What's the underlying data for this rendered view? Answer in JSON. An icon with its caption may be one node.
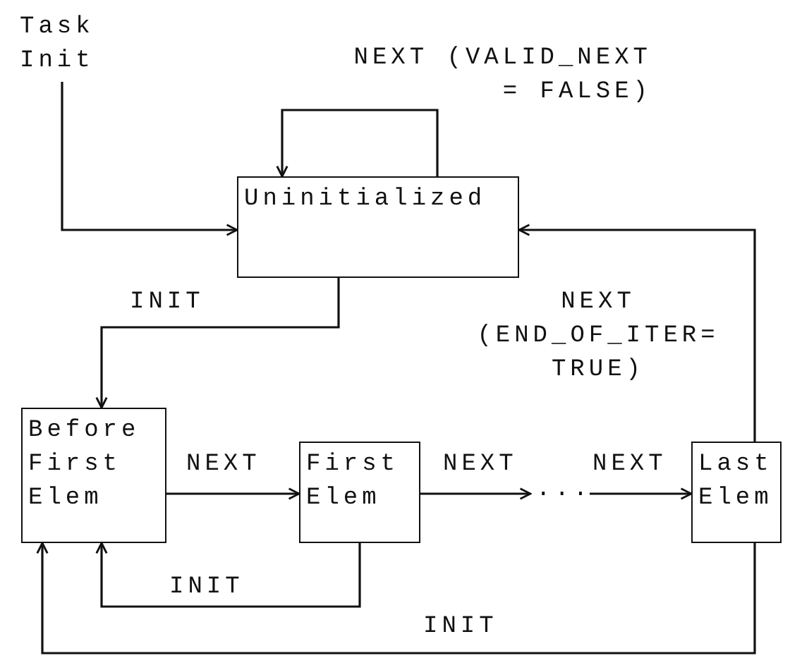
{
  "diagram": {
    "nodes": [
      {
        "text": [
          "Task Init"
        ]
      },
      {
        "text": [
          "Uninitialized"
        ]
      },
      {
        "text": [
          "Before First Elem"
        ]
      },
      {
        "text": [
          "First Elem"
        ]
      },
      {
        "text": [
          "..."
        ]
      },
      {
        "text": [
          "Last Elem"
        ]
      }
    ],
    "edges": [
      {
        "from": 0,
        "to": 1,
        "arrow": "to"
      },
      {
        "from": 1,
        "to": 1,
        "arrow": "to",
        "label": "NEXT (VALID_NEXT = FALSE)"
      },
      {
        "from": 1,
        "to": 2,
        "arrow": "to",
        "label": "INIT"
      },
      {
        "from": 2,
        "to": 3,
        "arrow": "to",
        "label": "NEXT"
      },
      {
        "from": 3,
        "to": 4,
        "arrow": "to",
        "label": "NEXT"
      },
      {
        "from": 4,
        "to": 5,
        "arrow": "to",
        "label": "NEXT"
      },
      {
        "from": 5,
        "to": 1,
        "arrow": "to",
        "label": "NEXT (END_OF_ITER= TRUE)"
      },
      {
        "from": 3,
        "to": 2,
        "arrow": "to",
        "label": "INIT"
      },
      {
        "from": 5,
        "to": 2,
        "arrow": "to",
        "label": "INIT"
      }
    ]
  }
}
